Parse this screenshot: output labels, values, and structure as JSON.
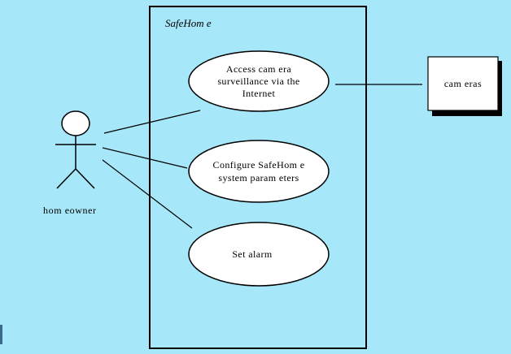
{
  "diagram": {
    "system_label": "SafeHom e",
    "actor": {
      "label": "hom eowner"
    },
    "external": {
      "label": "cam eras"
    },
    "use_cases": [
      {
        "line1": "Access cam era",
        "line2": "surveillance via the",
        "line3": "Internet"
      },
      {
        "line1": "Configure SafeHom e",
        "line2": "system param eters"
      },
      {
        "line1": "Set alarm"
      }
    ]
  },
  "colors": {
    "background": "#a6e7f9",
    "ink": "#000000",
    "fill": "#ffffff"
  }
}
